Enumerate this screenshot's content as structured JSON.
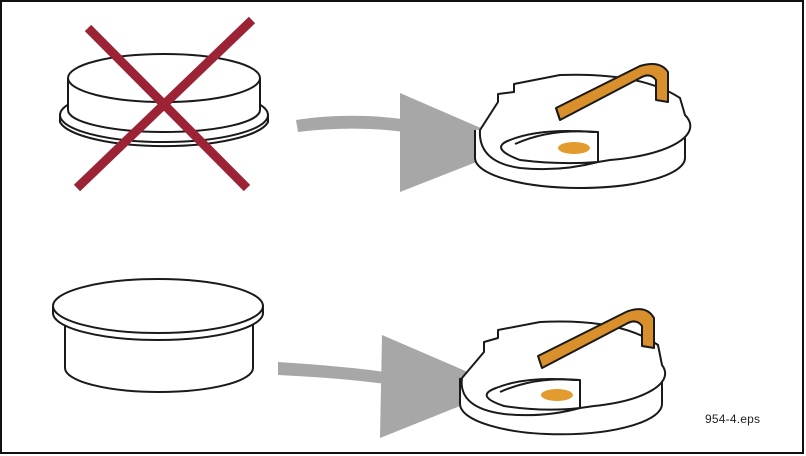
{
  "figure": {
    "caption": "954-4.eps",
    "colors": {
      "border": "#111111",
      "outline": "#1a1a1a",
      "fill": "#ffffff",
      "cross": "#9b2335",
      "arrow": "#a7a7a7",
      "clip": "#d9902c",
      "clip_dark": "#b56f16",
      "contact": "#e39b2f"
    },
    "panels": [
      {
        "part": "lid-with-flange",
        "marked_incorrect": true
      },
      {
        "part": "flat-cap-lid",
        "marked_incorrect": false
      }
    ]
  }
}
